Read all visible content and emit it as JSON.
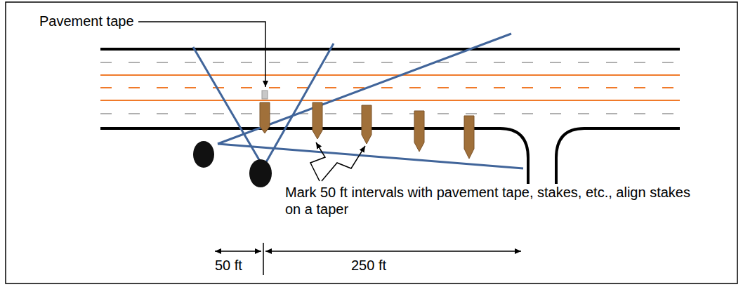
{
  "diagram": {
    "labels": [
      "Pavement tape",
      "Mark 50 ft intervals with pavement tape, stakes, etc., align stakes on a taper",
      "50 ft",
      "250 ft"
    ]
  }
}
